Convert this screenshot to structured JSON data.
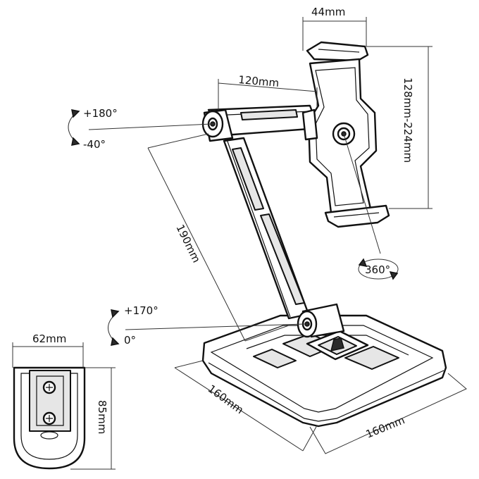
{
  "labels": {
    "holder_width": "44mm",
    "arm_upper": "120mm",
    "holder_range": "128mm-224mm",
    "tilt_top_max": "+180°",
    "tilt_top_min": "-40°",
    "arm_lower": "190mm",
    "rotation": "360°",
    "tilt_base_max": "+170°",
    "tilt_base_min": "0°",
    "bracket_width": "62mm",
    "bracket_height": "85mm",
    "base_depth": "160mm",
    "base_width": "160mm"
  }
}
